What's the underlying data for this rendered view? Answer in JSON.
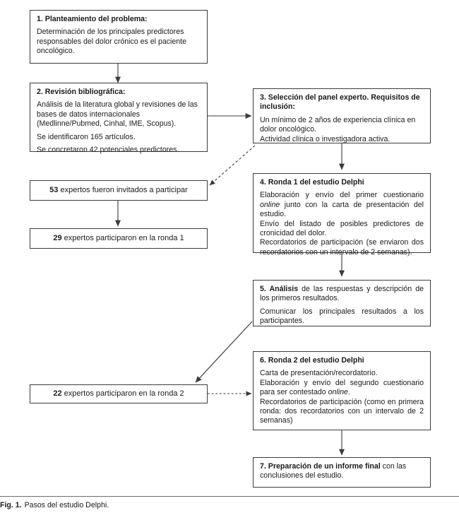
{
  "figure": {
    "caption_label": "Fig. 1.",
    "caption_text": "Pasos del estudio Delphi."
  },
  "nodes": {
    "step1": {
      "heading": "1. Planteamiento del problema:",
      "body1": "Determinación de los principales predictores responsables del dolor crónico es el paciente oncológico."
    },
    "step2": {
      "heading": "2. Revisión bibliográfica:",
      "body1": "Análisis de la literatura global y revisiones de las bases de datos internacionales (Medlinne/Pubmed, Cinhal, IME, Scopus).",
      "body2": "Se identificaron 165 artículos.",
      "body3": "Se concretaron 42 potenciales predictores."
    },
    "step3": {
      "heading": "3. Selección del panel experto. Requisitos de inclusión:",
      "body1": "Un mínimo de 2 años de experiencia clínica en dolor oncológico.",
      "body2": "Actividad clínica o investigadora activa."
    },
    "step4": {
      "heading": "4. Ronda 1 del estudio Delphi",
      "body1_a": "Elaboración y envío del primer cuestionario ",
      "body1_em": "online",
      "body1_b": " junto con la carta de presentación del estudio.",
      "body2": "Envío del listado de posibles predictores de cronicidad del dolor.",
      "body3": "Recordatorios de participación (se enviaron dos recordatorios con un intervalo de 2 semanas)."
    },
    "step5": {
      "heading": "5. Análisis",
      "heading_rest": " de las respuestas y descripción de los primeros resultados.",
      "body1": "Comunicar los principales resultados a los participantes."
    },
    "step6": {
      "heading": "6. Ronda 2 del estudio Delphi",
      "body1": "Carta de presentación/recordatorio.",
      "body2_a": "Elaboración y envío del segundo cuestionario para ser contestado ",
      "body2_em": "online",
      "body2_b": ".",
      "body3": "Recordatorios de participación (como en primera ronda: dos recordatorios con un intervalo de 2 semanas)"
    },
    "step7": {
      "heading": "7. Preparación de un informe final",
      "heading_rest": " con las conclusiones del estudio."
    },
    "invited": {
      "count": "53",
      "text": " expertos fueron invitados a participar"
    },
    "round1": {
      "count": "29",
      "text": " expertos participaron en la ronda 1"
    },
    "round2": {
      "count": "22",
      "text": " expertos participaron en la ronda 2"
    }
  },
  "style": {
    "border_color": "#3b3b3b",
    "line_color": "#3b3b3b",
    "text_color": "#1a1a1a",
    "background": "#ffffff"
  }
}
